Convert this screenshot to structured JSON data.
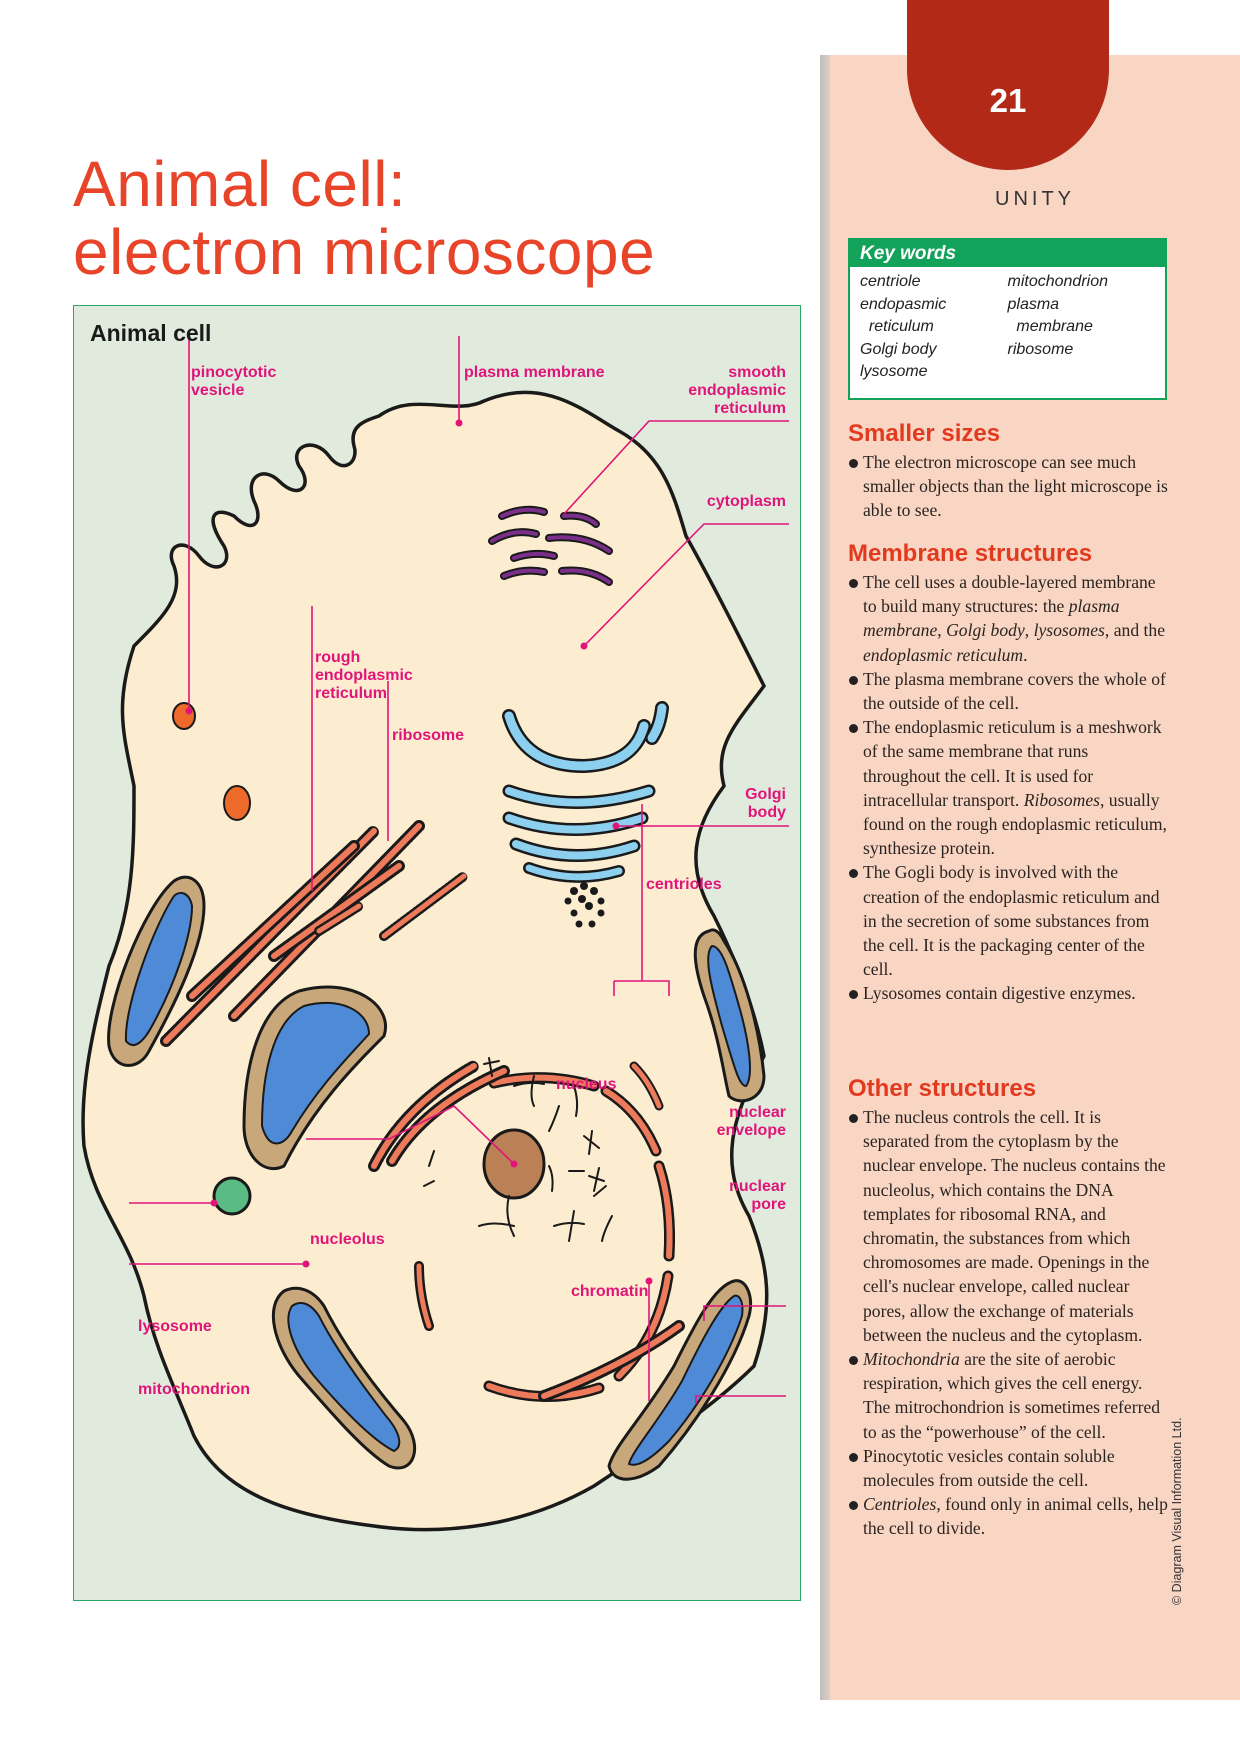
{
  "page": {
    "title_line1": "Animal cell:",
    "title_line2": "electron microscope",
    "page_number": "21",
    "section_tag": "UNITY",
    "copyright": "© Diagram Visual Information Ltd."
  },
  "diagram": {
    "title": "Animal cell",
    "labels": {
      "pinocytotic_vesicle": "pinocytotic\nvesicle",
      "plasma_membrane": "plasma membrane",
      "smooth_er": "smooth\nendoplasmic\nreticulum",
      "cytoplasm": "cytoplasm",
      "rough_er": "rough\nendoplasmic\nreticulum",
      "ribosome": "ribosome",
      "golgi_body": "Golgi\nbody",
      "centrioles": "centrioles",
      "nucleus": "nucleus",
      "nuclear_envelope": "nuclear\nenvelope",
      "nuclear_pore": "nuclear\npore",
      "nucleolus": "nucleolus",
      "chromatin": "chromatin",
      "lysosome": "lysosome",
      "mitochondrion": "mitochondrion"
    },
    "colors": {
      "background": "#e1ebdd",
      "cytoplasm": "#fdedd0",
      "label": "#e0157a",
      "er": "#ee7a5c",
      "golgi": "#8ccfee",
      "smooth_er": "#7b2f8a",
      "mito_outer": "#c8a77a",
      "mito_inner": "#4f8ad6",
      "nucleolus": "#bb8055",
      "lysosome": "#5abb85",
      "vesicle": "#ee6a2a"
    }
  },
  "key_words": {
    "heading": "Key words",
    "col1": [
      "centriole",
      "endopasmic",
      "  reticulum",
      "Golgi body",
      "lysosome"
    ],
    "col2": [
      "mitochondrion",
      "plasma",
      "  membrane",
      "ribosome"
    ]
  },
  "sections": [
    {
      "heading": "Smaller sizes",
      "bullets": [
        "The electron microscope can see much smaller objects than the light microscope is able to see."
      ]
    },
    {
      "heading": "Membrane structures",
      "bullets": [
        "The cell uses a double-layered membrane to build many structures: the <i>plasma membrane</i>, <i>Golgi body</i>, <i>lysosomes</i>, and the <i>endoplasmic reticulum</i>.",
        "The plasma membrane covers the whole of the outside of the cell.",
        "The endoplasmic reticulum is a meshwork of the same membrane that runs throughout the cell. It is used for intracellular transport. <i>Ribosomes</i>, usually found on the rough endoplasmic reticulum, synthesize protein.",
        "The Gogli body is involved with the creation of the endoplasmic reticulum and in the secretion of some substances from the cell. It is the packaging center of the cell.",
        "Lysosomes contain digestive enzymes."
      ]
    },
    {
      "heading": "Other structures",
      "bullets": [
        "The nucleus controls the cell. It is separated from the cytoplasm by the nuclear envelope. The nucleus contains the nucleolus, which contains the DNA templates for ribosomal RNA, and chromatin, the substances from which chromosomes are made. Openings in the cell's nuclear envelope, called nuclear pores, allow the exchange of materials between the nucleus and the cytoplasm.",
        "<i>Mitochondria</i> are the site of aerobic respiration, which gives the cell energy. The mitrochondrion is sometimes referred to as the “powerhouse” of the cell.",
        "Pinocytotic vesicles contain soluble molecules from outside the cell.",
        "<i>Centrioles</i>, found only in animal cells, help the cell to divide."
      ]
    }
  ]
}
